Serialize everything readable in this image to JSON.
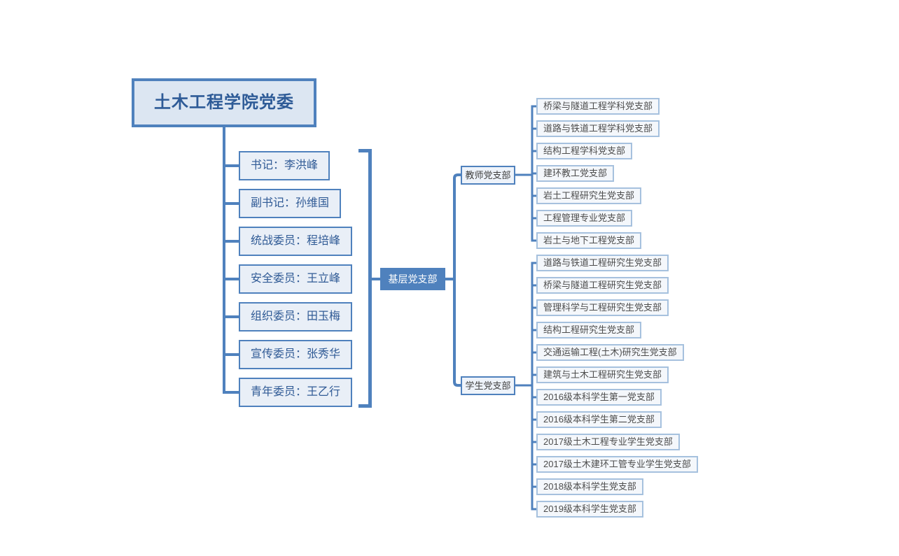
{
  "colors": {
    "accent": "#4f81bd",
    "title_fill": "#dce6f2",
    "title_text": "#2e5b97",
    "member_fill": "#e9eff7",
    "member_text": "#2f5a95",
    "hub_fill": "#4f81bd",
    "hub_text": "#ffffff",
    "branch_fill": "#eef3fa",
    "leaf_border": "#a6c1de",
    "leaf_fill": "#f4f7fb",
    "leaf_text": "#4d4d4d"
  },
  "chart": {
    "title": "土木工程学院党委",
    "committee_members": [
      "书记：李洪峰",
      "副书记：孙维国",
      "统战委员：程培峰",
      "安全委员：王立峰",
      "组织委员：田玉梅",
      "宣传委员：张秀华",
      "青年委员：王乙行"
    ],
    "hub_label": "基层党支部",
    "branches": [
      {
        "label": "教师党支部",
        "children": [
          "桥梁与隧道工程学科党支部",
          "道路与铁道工程学科党支部",
          "结构工程学科党支部",
          "建环教工党支部",
          "岩土工程研究生党支部",
          "工程管理专业党支部",
          "岩土与地下工程党支部"
        ]
      },
      {
        "label": "学生党支部",
        "children": [
          "道路与铁道工程研究生党支部",
          "桥梁与隧道工程研究生党支部",
          "管理科学与工程研究生党支部",
          "结构工程研究生党支部",
          "交通运输工程(土木)研究生党支部",
          "建筑与土木工程研究生党支部",
          "2016级本科学生第一党支部",
          "2016级本科学生第二党支部",
          "2017级土木工程专业学生党支部",
          "2017级土木建环工管专业学生党支部",
          "2018级本科学生党支部",
          "2019级本科学生党支部"
        ]
      }
    ]
  }
}
